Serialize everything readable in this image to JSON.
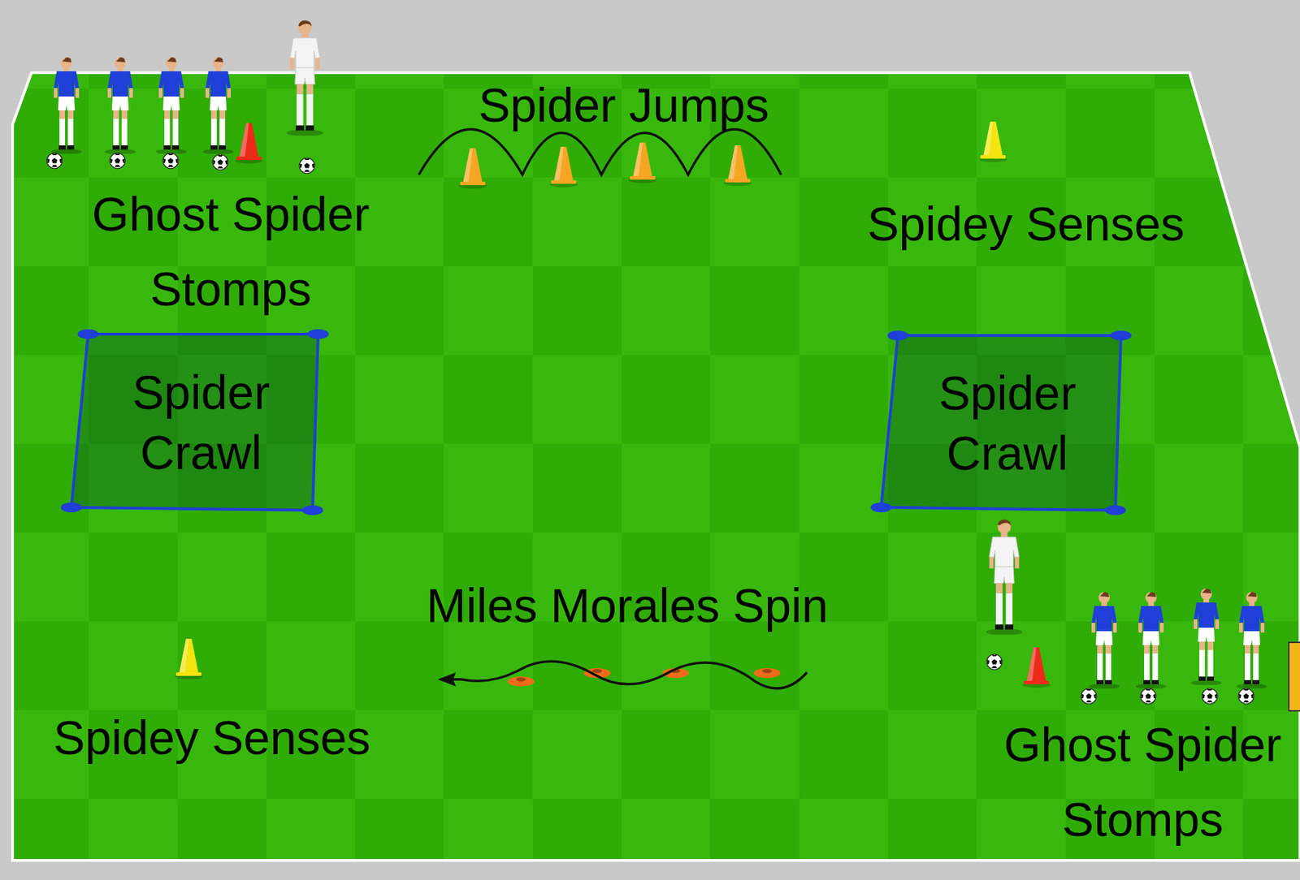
{
  "diagram": {
    "nodes": [
      {
        "text": [
          "Spider Crawl"
        ]
      },
      {
        "text": [
          "Spider Crawl"
        ]
      }
    ],
    "labels": [
      "Ghost Spider Stomps",
      "Spider Jumps",
      "Spidey Senses",
      "Miles Morales Spin",
      "Spidey Senses",
      "Ghost Spider Stomps"
    ]
  }
}
